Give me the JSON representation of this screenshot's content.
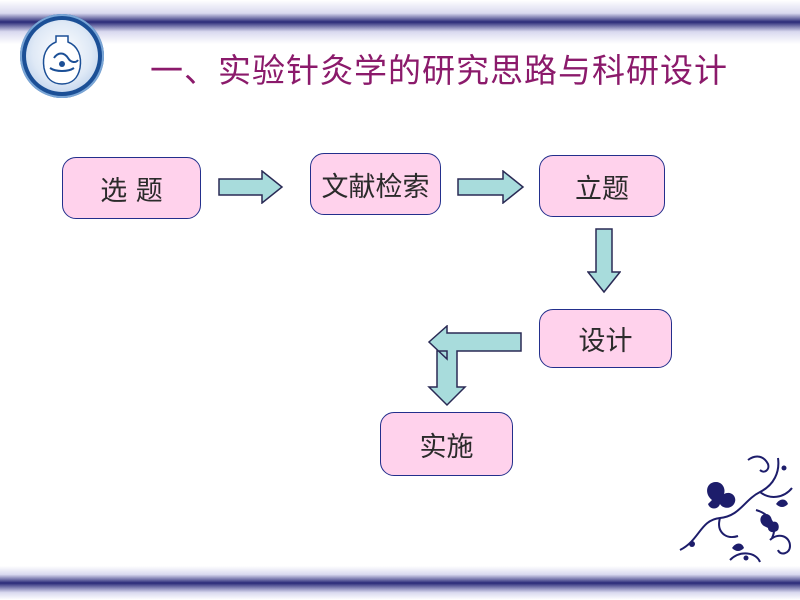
{
  "slide": {
    "title": "一、实验针灸学的研究思路与科研设计"
  },
  "flowchart": {
    "steps": [
      {
        "label": "选 题"
      },
      {
        "label": "文献检索"
      },
      {
        "label": "立题"
      },
      {
        "label": "设计"
      },
      {
        "label": "实施"
      }
    ]
  },
  "colors": {
    "box_fill": "#ffd2ec",
    "box_border": "#232f8c",
    "arrow_fill": "#a8dcdc",
    "title": "#8b1a6b",
    "band": "#2a2a78"
  },
  "icons": {
    "logo": "porcelain-vase-icon",
    "ornament": "floral-ornament-icon"
  }
}
